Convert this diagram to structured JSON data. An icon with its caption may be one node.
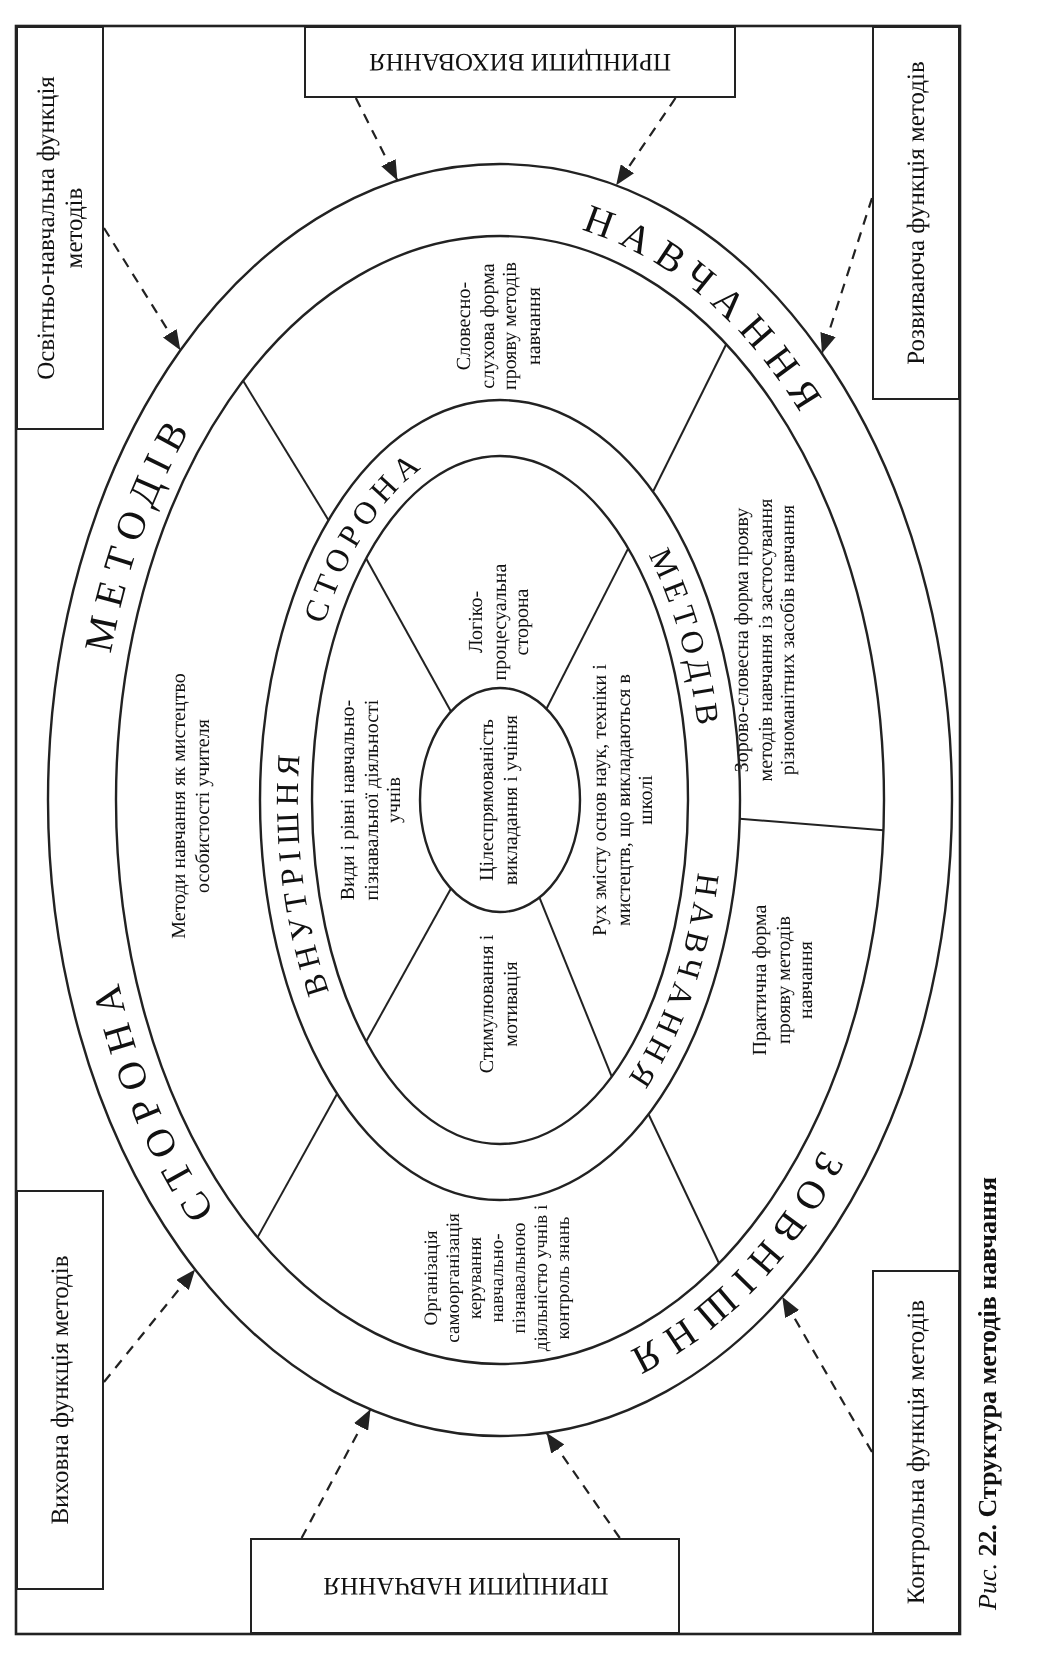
{
  "diagram": {
    "caption": "*Рис.* **22. Структура методів навчання**",
    "nodes": [
      {
        "text": [
          "ПРИНЦИПИ ВИХОВАННЯ"
        ]
      },
      {
        "text": [
          "Освітньо-навчальна функція методів"
        ]
      },
      {
        "text": [
          "Розвиваюча функція методів"
        ]
      },
      {
        "text": [
          "Виховна функція методів"
        ]
      },
      {
        "text": [
          "Контрольна функція методів"
        ]
      },
      {
        "text": [
          "ПРИНЦИПИ НАВЧАННЯ"
        ]
      },
      {
        "text": [
          "ЗОВНІШНЯ",
          "СТОРОНА",
          "МЕТОДІВ",
          "НАВЧАННЯ"
        ]
      },
      {
        "text": [
          "Методи навчання як мистецтво особистості учителя"
        ],
        "in": 6
      },
      {
        "text": [
          "Словесно-слухова форма прояву методів навчання"
        ],
        "in": 6
      },
      {
        "text": [
          "Зорово-словесна форма прояву методів навчання із застосування різноманітних засобів навчання"
        ],
        "in": 6
      },
      {
        "text": [
          "Практична форма прояву методів навчання"
        ],
        "in": 6
      },
      {
        "text": [
          "Організація самоорганізація керування навчально-пізнавальною діяльністю учнів і контроль знань"
        ],
        "in": 6
      },
      {
        "text": [
          "ВНУТРІШНЯ",
          "СТОРОНА",
          "МЕТОДІВ",
          "НАВЧАННЯ"
        ],
        "in": 6
      },
      {
        "text": [
          "Види і рівні навчально-пізнавальної діяльності учнів"
        ],
        "in": 12
      },
      {
        "text": [
          "Логіко-процесуальна сторона"
        ],
        "in": 12
      },
      {
        "text": [
          "Рух змісту основ наук, техніки і мистецтв, що викладаються в школі"
        ],
        "in": 12
      },
      {
        "text": [
          "Стимулювання і мотивація"
        ],
        "in": 12
      },
      {
        "text": [
          "Цілеспрямованість викладання і учіння"
        ],
        "in": 12
      }
    ],
    "edges": [
      {
        "from": 0,
        "to": 6,
        "arrow": "to",
        "style": "dashed"
      },
      {
        "from": 0,
        "to": 6,
        "arrow": "to",
        "style": "dashed"
      },
      {
        "from": 1,
        "to": 6,
        "arrow": "to",
        "style": "dashed"
      },
      {
        "from": 2,
        "to": 6,
        "arrow": "to",
        "style": "dashed"
      },
      {
        "from": 3,
        "to": 6,
        "arrow": "to",
        "style": "dashed"
      },
      {
        "from": 5,
        "to": 6,
        "arrow": "to",
        "style": "dashed"
      },
      {
        "from": 5,
        "to": 6,
        "arrow": "to",
        "style": "dashed"
      },
      {
        "from": 4,
        "to": 6,
        "arrow": "to",
        "style": "dashed"
      }
    ]
  }
}
